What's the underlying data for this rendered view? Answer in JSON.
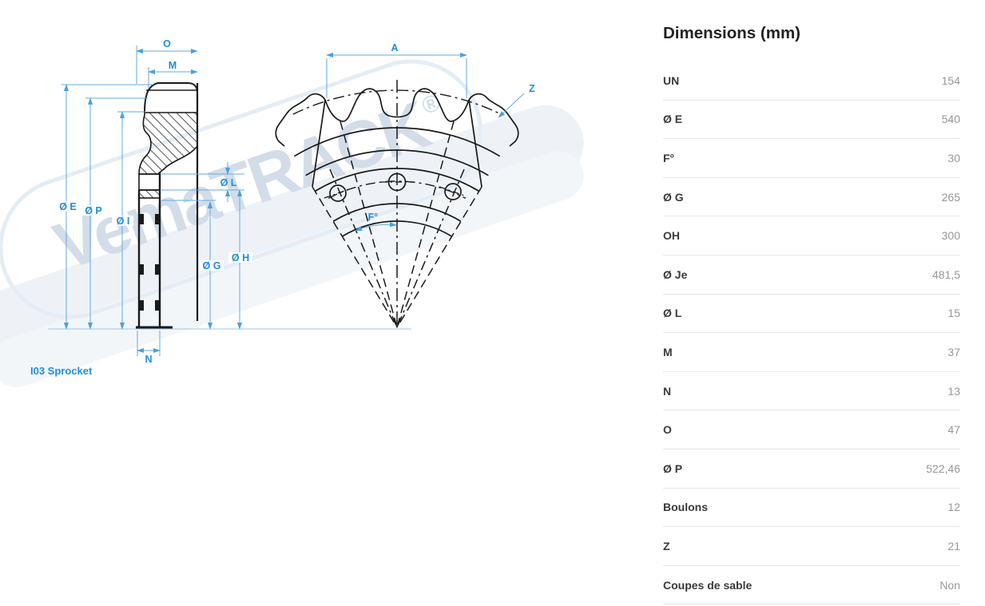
{
  "watermark": {
    "text": "VemaTRACK",
    "reg_mark": "®"
  },
  "drawing": {
    "caption": "I03 Sprocket",
    "dimension_labels": {
      "o": "O",
      "m": "M",
      "e": "Ø E",
      "p": "Ø P",
      "i": "Ø I",
      "l": "Ø L",
      "g": "Ø G",
      "h": "Ø H",
      "n": "N",
      "a": "A",
      "z": "Z",
      "f": "F°"
    }
  },
  "panel": {
    "title": "Dimensions (mm)",
    "rows": [
      {
        "label": "UN",
        "value": "154"
      },
      {
        "label": "Ø E",
        "value": "540"
      },
      {
        "label": "F°",
        "value": "30"
      },
      {
        "label": "Ø G",
        "value": "265"
      },
      {
        "label": "OH",
        "value": "300"
      },
      {
        "label": "Ø Je",
        "value": "481,5"
      },
      {
        "label": "Ø L",
        "value": "15"
      },
      {
        "label": "M",
        "value": "37"
      },
      {
        "label": "N",
        "value": "13"
      },
      {
        "label": "O",
        "value": "47"
      },
      {
        "label": "Ø P",
        "value": "522,46"
      },
      {
        "label": "Boulons",
        "value": "12"
      },
      {
        "label": "Z",
        "value": "21"
      },
      {
        "label": "Coupes de sable",
        "value": "Non"
      }
    ]
  },
  "colors": {
    "dimension_label_blue": "#1e8ee0",
    "dimension_line_blue": "#62aae2",
    "drawing_black": "#1a1a1a",
    "watermark_blue": "#d2dde9",
    "row_separator": "#e7e7e7",
    "value_gray": "#979797",
    "label_dark": "#3a3a3a"
  }
}
